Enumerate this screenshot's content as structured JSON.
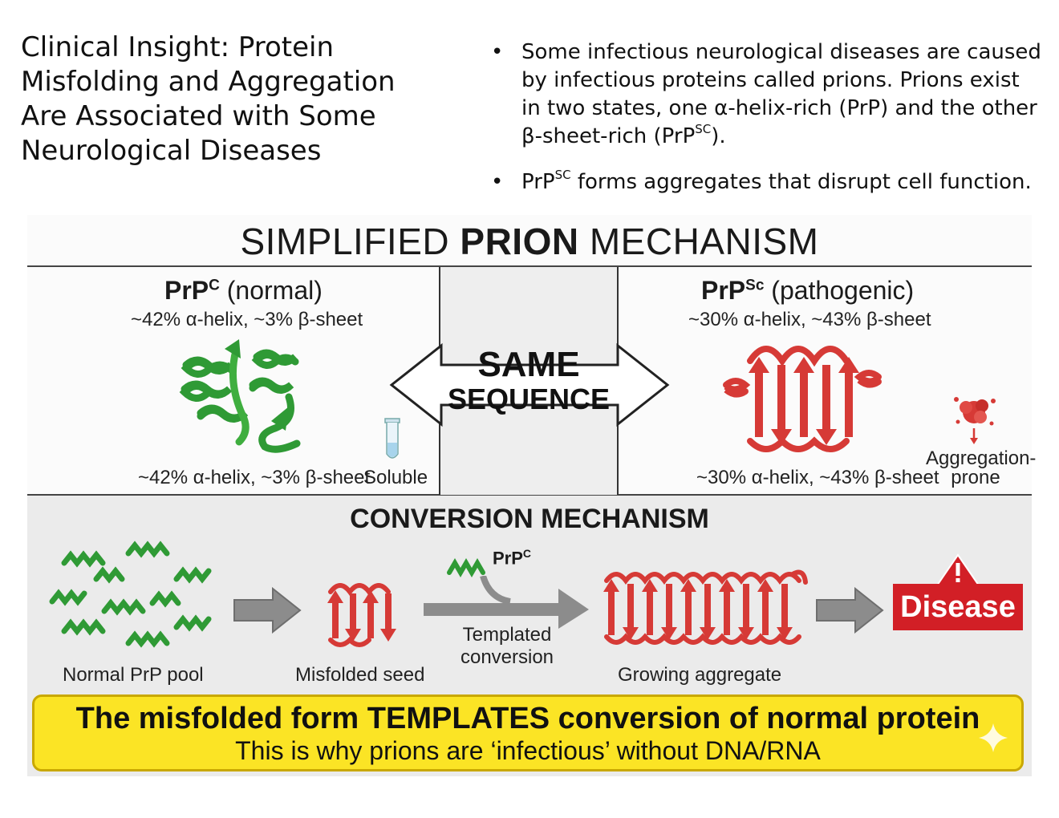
{
  "slide": {
    "title": "Clinical Insight: Protein Misfolding and Aggregation Are Associated with Some Neurological Diseases",
    "bullets": [
      {
        "dot": "•",
        "text_1": "Some infectious neurological diseases are caused by infectious proteins called prions. Prions exist in two states, one α-helix-rich (PrP) and the other β-sheet-rich (PrP",
        "sup": "SC",
        "text_2": ")."
      },
      {
        "dot": "•",
        "text_1": "PrP",
        "sup": "SC",
        "text_2": " forms aggregates that disrupt cell function."
      }
    ]
  },
  "figure": {
    "title_pre": "SIMPLIFIED ",
    "title_bold": "PRION",
    "title_post": " MECHANISM",
    "normal": {
      "name": "PrP",
      "sup": "C",
      "qualifier": " (normal)",
      "composition_top": "~42% α-helix, ~3% β-sheet",
      "composition_bottom": "~42% α-helix, ~3% β-sheet",
      "property": "Soluble",
      "color": "#3aa83a"
    },
    "pathogenic": {
      "name": "PrP",
      "sup": "Sc",
      "qualifier": " (pathogenic)",
      "composition_top": "~30% α-helix, ~43% β-sheet",
      "composition_bottom": "~30% α-helix, ~43% β-sheet",
      "property_1": "Aggregation-",
      "property_2": "prone",
      "color": "#d63a36"
    },
    "center": {
      "line_1": "SAME",
      "line_2": "SEQUENCE"
    },
    "conversion": {
      "title": "CONVERSION MECHANISM",
      "steps": {
        "pool": "Normal PrP pool",
        "seed": "Misfolded seed",
        "templated_1": "Templated",
        "templated_2": "conversion",
        "incoming_name": "PrP",
        "incoming_sup": "C",
        "aggregate": "Growing aggregate",
        "disease": "Disease"
      }
    },
    "banner": {
      "line_1": "The misfolded form TEMPLATES conversion of normal protein",
      "line_2": "This is why prions are ‘infectious’ without DNA/RNA"
    }
  }
}
